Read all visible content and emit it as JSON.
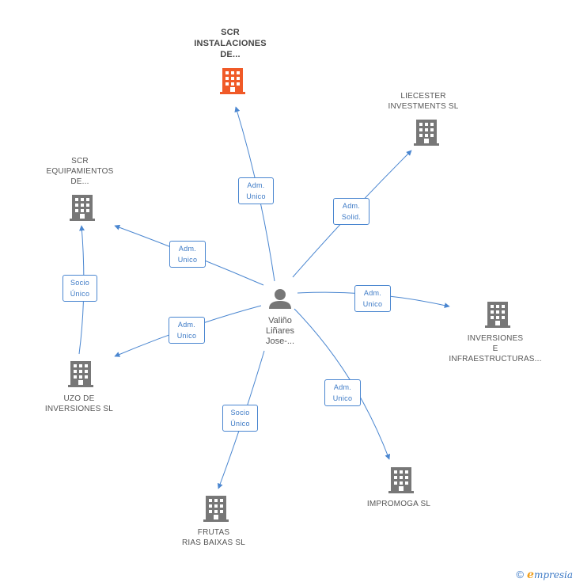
{
  "colors": {
    "edge": "#4a86d0",
    "building": "#777777",
    "building_main": "#f05a28",
    "person": "#777777"
  },
  "center": {
    "lines": [
      "Valiño",
      "Liñares",
      "Jose-..."
    ],
    "icon": "person-icon"
  },
  "companies": [
    {
      "id": "scr-instalaciones",
      "lines": [
        "SCR",
        "INSTALACIONES",
        "DE..."
      ],
      "main": true,
      "icon": "building-icon"
    },
    {
      "id": "liecester",
      "lines": [
        "LIECESTER",
        "INVESTMENTS SL"
      ],
      "main": false,
      "icon": "building-icon"
    },
    {
      "id": "scr-equipamientos",
      "lines": [
        "SCR",
        "EQUIPAMIENTOS",
        "DE..."
      ],
      "main": false,
      "icon": "building-icon"
    },
    {
      "id": "inversiones-infra",
      "lines": [
        "INVERSIONES",
        "E",
        "INFRAESTRUCTURAS..."
      ],
      "main": false,
      "icon": "building-icon"
    },
    {
      "id": "uzo",
      "lines": [
        "UZO DE",
        "INVERSIONES SL"
      ],
      "main": false,
      "icon": "building-icon"
    },
    {
      "id": "impromoga",
      "lines": [
        "IMPROMOGA SL"
      ],
      "main": false,
      "icon": "building-icon"
    },
    {
      "id": "frutas",
      "lines": [
        "FRUTAS",
        "RIAS BAIXAS SL"
      ],
      "main": false,
      "icon": "building-icon"
    }
  ],
  "edges": [
    {
      "id": "to-scr-instalaciones",
      "lines": [
        "Adm.",
        "Unico"
      ]
    },
    {
      "id": "to-liecester",
      "lines": [
        "Adm.",
        "Solid."
      ]
    },
    {
      "id": "to-scr-equipamientos",
      "lines": [
        "Adm.",
        "Unico"
      ]
    },
    {
      "id": "to-inversiones-infra",
      "lines": [
        "Adm.",
        "Unico"
      ]
    },
    {
      "id": "to-uzo",
      "lines": [
        "Adm.",
        "Unico"
      ]
    },
    {
      "id": "to-impromoga",
      "lines": [
        "Adm.",
        "Unico"
      ]
    },
    {
      "id": "to-frutas",
      "lines": [
        "Socio",
        "Único"
      ]
    },
    {
      "id": "uzo-to-scr-equipamientos",
      "lines": [
        "Socio",
        "Único"
      ]
    }
  ],
  "footer": {
    "copyright": "©",
    "brand_first": "e",
    "brand_rest": "mpresia"
  }
}
